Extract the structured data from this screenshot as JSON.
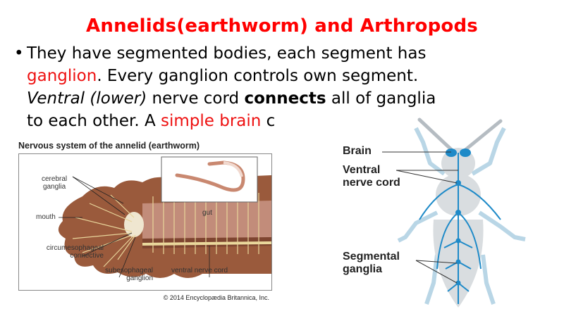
{
  "slide": {
    "title": "Annelids(earthworm) and Arthropods",
    "bullet": {
      "marker": "•",
      "line1": "They have segmented bodies, each segment has",
      "line2_red": "ganglion",
      "line2_rest": ". Every ganglion controls own segment.",
      "line3_italic": "Ventral (lower)",
      "line3_mid": " nerve cord ",
      "line3_bold": "connects",
      "line3_rest": " all of ganglia",
      "line4_start": "to each other. A ",
      "line4_red": "simple brain",
      "line4_rest": " c"
    }
  },
  "figure_left": {
    "title": "Nervous system of the annelid (earthworm)",
    "labels": {
      "cerebral_ganglia_1": "cerebral",
      "cerebral_ganglia_2": "ganglia",
      "mouth": "mouth",
      "circum_1": "circumesophageal",
      "circum_2": "connective",
      "subeso_1": "subesophageal",
      "subeso_2": "ganglion",
      "ventral": "ventral nerve cord",
      "gut": "gut"
    },
    "credit": "© 2014 Encyclopædia Britannica, Inc."
  },
  "figure_right": {
    "labels": {
      "brain": "Brain",
      "ventral_1": "Ventral",
      "ventral_2": "nerve cord",
      "segmental_1": "Segmental",
      "segmental_2": "ganglia"
    }
  },
  "colors": {
    "title": "#ff0000",
    "highlight": "#ee1111",
    "worm_body": "#9a5a3c",
    "worm_nerve": "#e8d49a",
    "insect_body": "#d9dde0",
    "insect_nerve": "#1e8ac8"
  }
}
